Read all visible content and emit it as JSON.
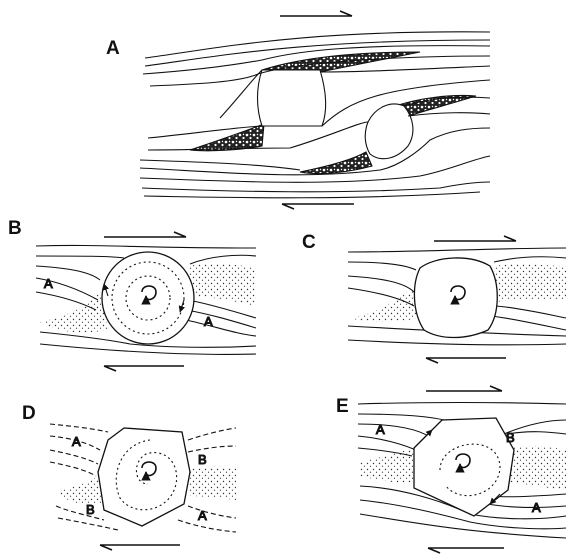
{
  "figure": {
    "panels": [
      {
        "id": "A",
        "label": "A",
        "zone_labels": []
      },
      {
        "id": "B",
        "label": "B",
        "zone_labels": [
          "A",
          "A"
        ]
      },
      {
        "id": "C",
        "label": "C",
        "zone_labels": []
      },
      {
        "id": "D",
        "label": "D",
        "zone_labels": [
          "A",
          "B",
          "B",
          "A"
        ]
      },
      {
        "id": "E",
        "label": "E",
        "zone_labels": [
          "A",
          "B",
          "A"
        ]
      }
    ],
    "colors": {
      "ink": "#111111",
      "background": "#ffffff",
      "stipple": "#333333"
    }
  }
}
